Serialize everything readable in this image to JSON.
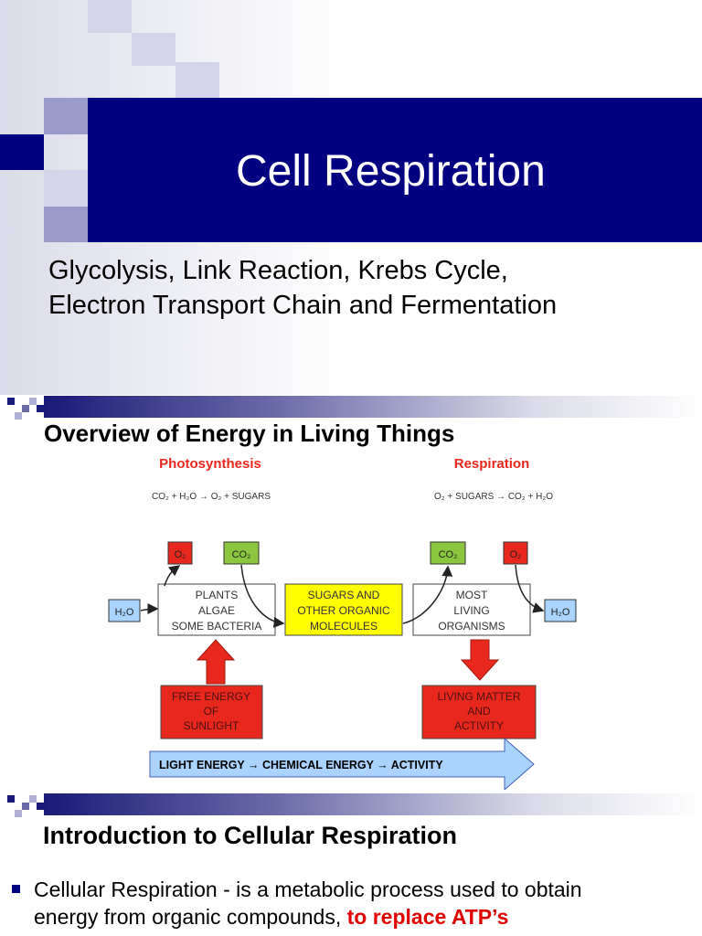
{
  "slide1": {
    "title": "Cell Respiration",
    "subtitle_line1": "Glycolysis, Link Reaction, Krebs Cycle,",
    "subtitle_line2": "Electron Transport Chain and Fermentation",
    "colors": {
      "band": "#000080",
      "square_dark": "#9a9ac8",
      "square_light": "#ceceE6"
    }
  },
  "slide2": {
    "heading": "Overview of Energy in Living Things",
    "diagram": {
      "photosynthesis_label": "Photosynthesis",
      "respiration_label": "Respiration",
      "photosynthesis_equation": "CO₂ + H₂O → O₂ + SUGARS",
      "respiration_equation": "O₂ + SUGARS → CO₂ + H₂O",
      "o2": "O₂",
      "co2": "CO₂",
      "h2o": "H₂O",
      "plants_box": [
        "PLANTS",
        "ALGAE",
        "SOME BACTERIA"
      ],
      "sugars_box": [
        "SUGARS AND",
        "OTHER ORGANIC",
        "MOLECULES"
      ],
      "organisms_box": [
        "MOST",
        "LIVING",
        "ORGANISMS"
      ],
      "free_energy_box": [
        "FREE ENERGY",
        "OF",
        "SUNLIGHT"
      ],
      "living_matter_box": [
        "LIVING MATTER",
        "AND",
        "ACTIVITY"
      ],
      "energy_flow": "LIGHT ENERGY → CHEMICAL ENERGY → ACTIVITY",
      "colors": {
        "red": "#e8281c",
        "green": "#8cc63f",
        "yellow": "#ffff00",
        "blue": "#aad4ff",
        "title_red": "#e8281c"
      }
    }
  },
  "slide3": {
    "heading": "Introduction to Cellular Respiration",
    "bullet_line1": "Cellular Respiration - is a metabolic process used to obtain",
    "bullet_line2_prefix": "energy from organic compounds, ",
    "bullet_line2_highlight": "to replace ATP’s"
  }
}
